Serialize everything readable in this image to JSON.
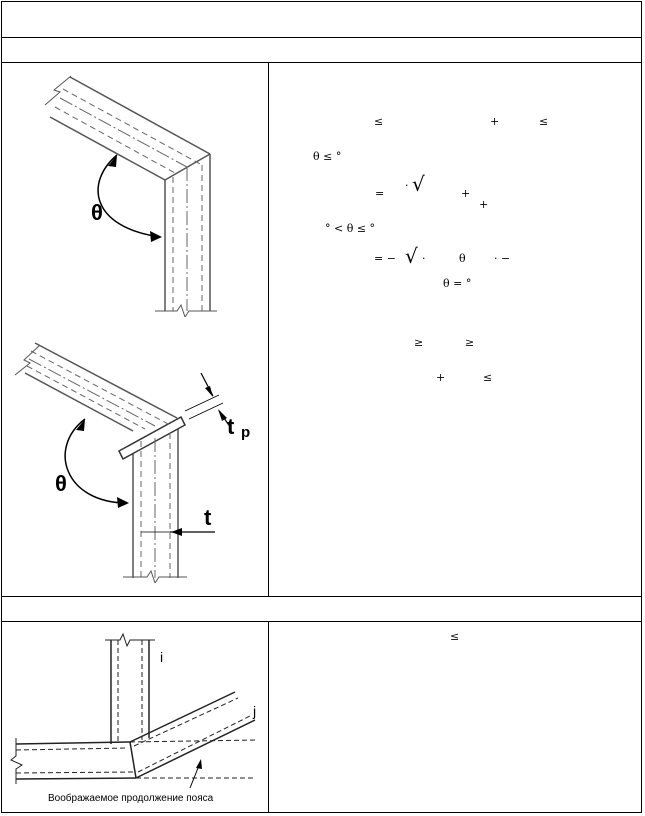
{
  "figures": {
    "theta": "θ",
    "tp_t": "t",
    "tp_p": "p",
    "t": "t",
    "member_i": "i",
    "member_j": "j",
    "caption_chord": "Воображаемое продолжение пояса"
  },
  "formula_marks": [
    {
      "id": "f1",
      "text": "≤"
    },
    {
      "id": "f2",
      "text": "+"
    },
    {
      "id": "f3",
      "text": "≤"
    },
    {
      "id": "f4",
      "text": "θ ≤   °"
    },
    {
      "id": "f5",
      "text": "= "
    },
    {
      "id": "f6",
      "text": "·"
    },
    {
      "id": "f7",
      "text": "√"
    },
    {
      "id": "f8",
      "text": "+"
    },
    {
      "id": "f9",
      "text": "+"
    },
    {
      "id": "f10",
      "text": "° < θ ≤     °"
    },
    {
      "id": "f11",
      "text": "= −"
    },
    {
      "id": "f12",
      "text": "√"
    },
    {
      "id": "f13",
      "text": "·"
    },
    {
      "id": "f14",
      "text": "θ"
    },
    {
      "id": "f15",
      "text": "·  −"
    },
    {
      "id": "f16",
      "text": "θ =   °"
    },
    {
      "id": "f17",
      "text": "≥"
    },
    {
      "id": "f18",
      "text": "≥"
    },
    {
      "id": "f19",
      "text": "+"
    },
    {
      "id": "f20",
      "text": "≤"
    },
    {
      "id": "f21",
      "text": "≤"
    }
  ]
}
